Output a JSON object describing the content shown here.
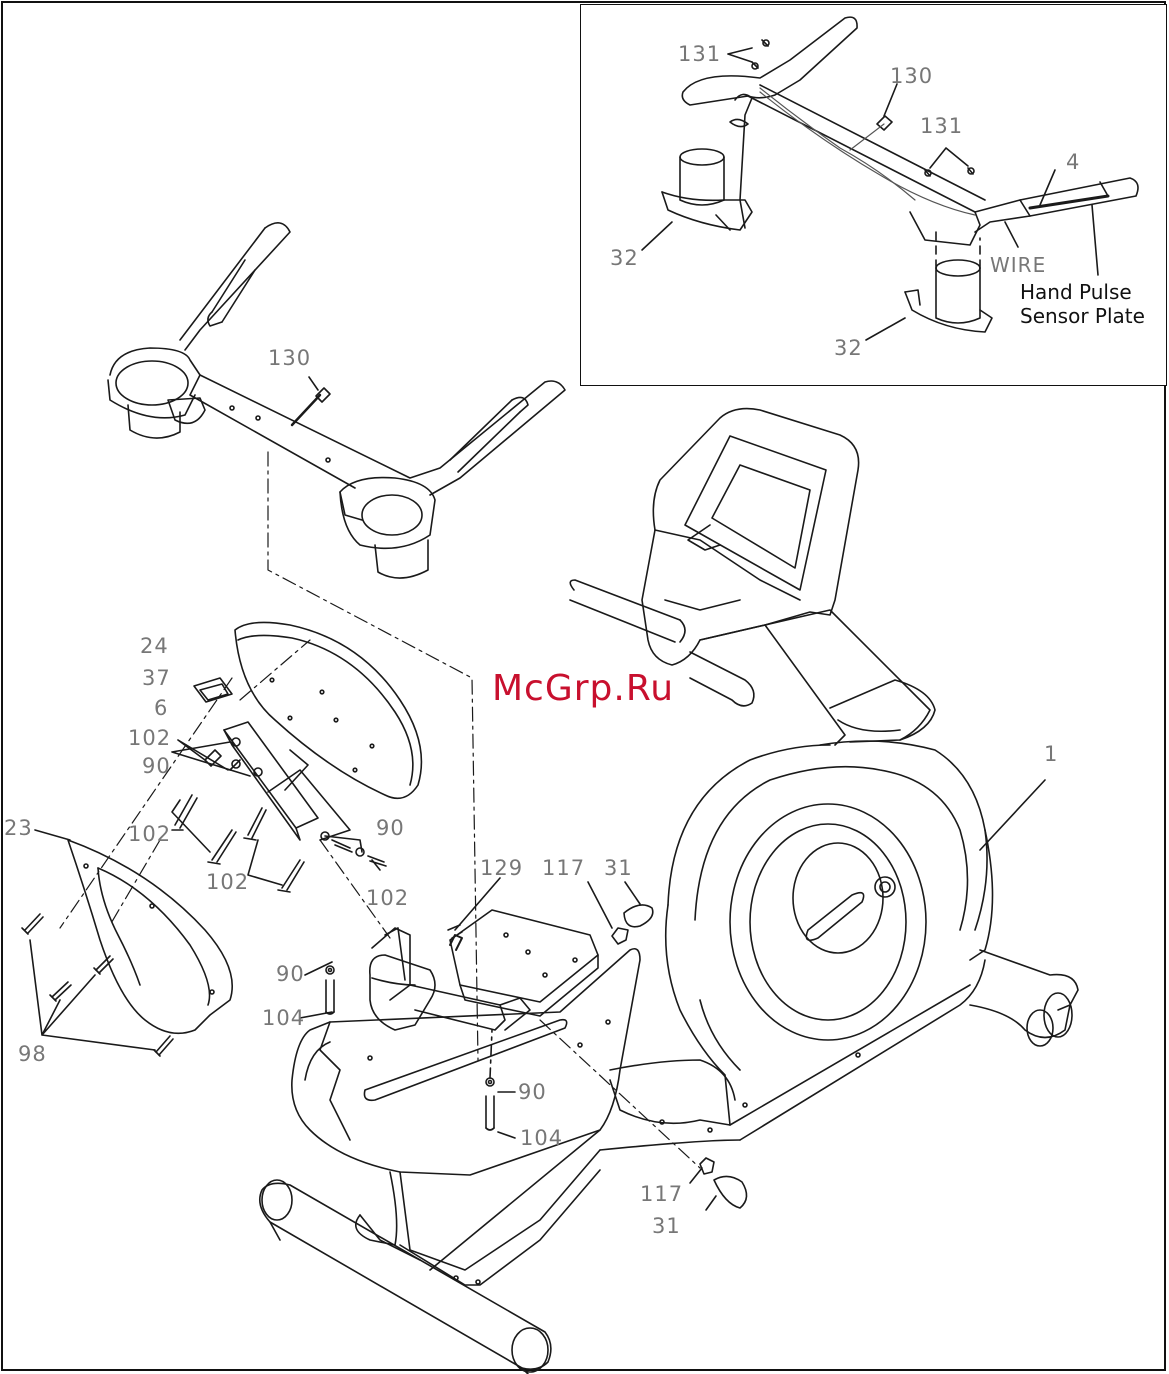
{
  "labels": {
    "p1": "1",
    "p4": "4",
    "p6": "6",
    "p23": "23",
    "p24": "24",
    "p31a": "31",
    "p31b": "31",
    "p32a": "32",
    "p32b": "32",
    "p37": "37",
    "p90a": "90",
    "p90b": "90",
    "p90c": "90",
    "p90d": "90",
    "p98": "98",
    "p102a": "102",
    "p102b": "102",
    "p102c": "102",
    "p102d": "102",
    "p104a": "104",
    "p104b": "104",
    "p117a": "117",
    "p117b": "117",
    "p129": "129",
    "p130a": "130",
    "p130b": "130",
    "p131a": "131",
    "p131b": "131"
  },
  "inset": {
    "wire_label": "WIRE",
    "sensor_line1": "Hand Pulse",
    "sensor_line2": "Sensor Plate"
  },
  "watermark": "McGrp.Ru"
}
